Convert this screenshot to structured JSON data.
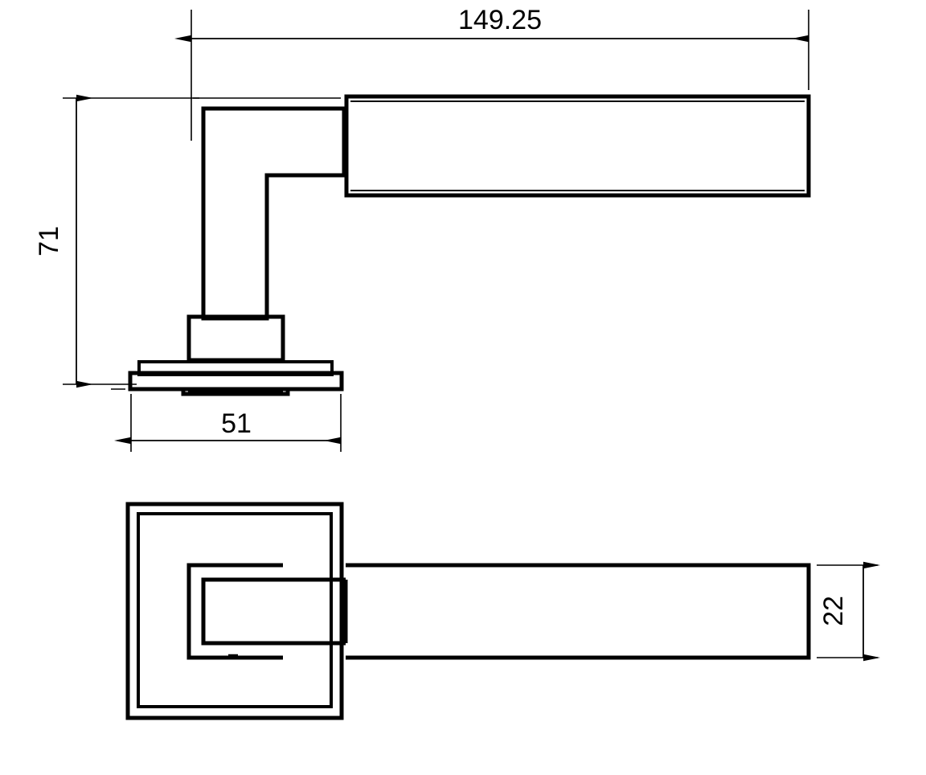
{
  "drawing": {
    "title": "Door handle on square rosette — dimensioned orthographic drawing",
    "units": "mm",
    "line_color": "#000000",
    "background_color": "#ffffff",
    "views": [
      {
        "name": "side-elevation",
        "label": ""
      },
      {
        "name": "plan-view",
        "label": ""
      }
    ]
  },
  "dimensions": {
    "overall_length": {
      "value": "149.25",
      "orientation": "horizontal",
      "view": "side-elevation",
      "describes": "overall lever length from rosette centre line to lever tip"
    },
    "overall_height": {
      "value": "71",
      "orientation": "vertical",
      "view": "side-elevation",
      "describes": "height from rosette base to top of lever"
    },
    "rosette_width": {
      "value": "51",
      "orientation": "horizontal",
      "view": "side-elevation",
      "describes": "rosette plate width"
    },
    "lever_thickness": {
      "value": "22",
      "orientation": "vertical",
      "view": "plan-view",
      "describes": "lever bar thickness in plan"
    }
  },
  "geometry_notes": {
    "lever_bar_elevation": "rectangular bar, double-outline, extends right to tip",
    "neck_elevation": "L-shaped neck joining lever to rosette",
    "rosette_elevation": "stepped boss plus two stacked plates and a bottom lip",
    "rosette_plan": "nested squares with inner C-shaped neck opening and lever bar passing right"
  }
}
